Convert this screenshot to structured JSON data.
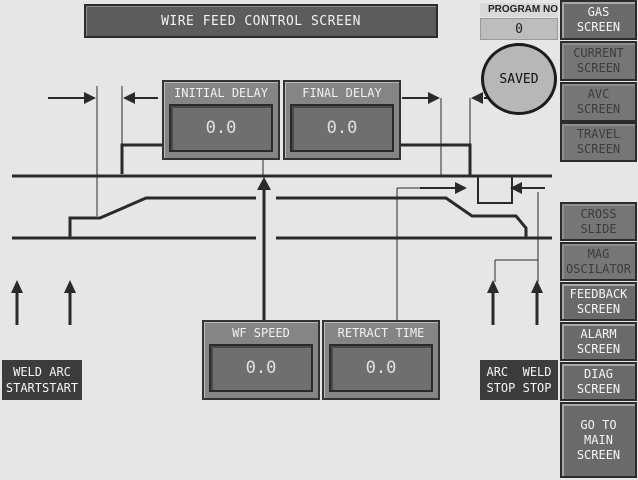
{
  "header": {
    "title": "WIRE FEED CONTROL SCREEN"
  },
  "program": {
    "label": "PROGRAM NO",
    "value": "0"
  },
  "status": {
    "saved": "SAVED"
  },
  "side_buttons": [
    {
      "label": "GAS\nSCREEN",
      "enabled": true
    },
    {
      "label": "CURRENT\nSCREEN",
      "enabled": false
    },
    {
      "label": "AVC\nSCREEN",
      "enabled": false
    },
    {
      "label": "TRAVEL\nSCREEN",
      "enabled": false
    },
    {
      "label": "CROSS\nSLIDE",
      "enabled": false
    },
    {
      "label": "MAG\nOSCILATOR",
      "enabled": false
    },
    {
      "label": "FEEDBACK\nSCREEN",
      "enabled": true
    },
    {
      "label": "ALARM\nSCREEN",
      "enabled": true
    },
    {
      "label": "DIAG\nSCREEN",
      "enabled": true
    },
    {
      "label": "GO TO\nMAIN\nSCREEN",
      "enabled": true
    }
  ],
  "params": {
    "initial_delay": {
      "label": "INITIAL DELAY",
      "value": "0.0"
    },
    "final_delay": {
      "label": "FINAL DELAY",
      "value": "0.0"
    },
    "wf_speed": {
      "label": "WF SPEED",
      "value": "0.0"
    },
    "retract_time": {
      "label": "RETRACT TIME",
      "value": "0.0"
    }
  },
  "events": {
    "weld_arc_start": "WELD ARC\nSTARTSTART",
    "arc_weld_stop": "ARC  WELD\nSTOP STOP"
  },
  "colors": {
    "background": "#e6e6e6",
    "button": "#6a6a6a",
    "panel": "#858585",
    "line": "#2a2a2a"
  }
}
